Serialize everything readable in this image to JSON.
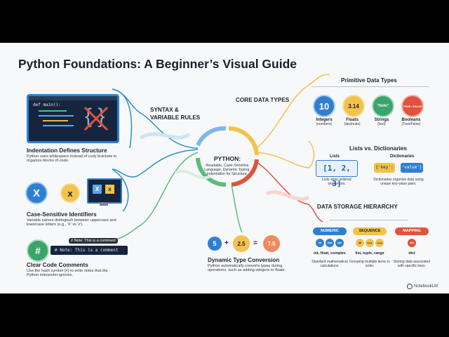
{
  "title": "Python Foundations: A Beginner’s Visual Guide",
  "code_snippet": "def main():",
  "indentation": {
    "heading": "Indentation Defines Structure",
    "body": "Python uses whitespace instead of curly brackets to organize blocks of code."
  },
  "syntax_label": "SYNTAX &\nVARIABLE RULES",
  "case_sensitive": {
    "heading": "Case-Sensitive Identifiers",
    "body": "Variable names distinguish between uppercase and lowercase letters (e.g., 'X' vs 'x').",
    "upper": "X",
    "lower": "x"
  },
  "comments": {
    "heading": "Clear Code Comments",
    "body": "Use the hash symbol (#) to write notes that the Python interpreter ignores.",
    "tooltip": "# Note: This is a comment",
    "code": "# Note: This is a comment",
    "hash": "#"
  },
  "center": {
    "title": "PYTHON:",
    "body": "Readable, Case-Sensitive Language, Dynamic Typing, Indentation for Structure."
  },
  "core_label": "CORE DATA TYPES",
  "dynamic": {
    "heading": "Dynamic Type Conversion",
    "body": "Python automatically converts types during operations, such as adding integers to floats.",
    "a": "5",
    "plus": "+",
    "b": "2.5",
    "eq": "=",
    "result": "7.5"
  },
  "primitive": {
    "heading": "Primitive Data Types",
    "items": [
      {
        "icon": "10",
        "name": "Integers",
        "desc": "(numbers)",
        "color": "#2f7fd1"
      },
      {
        "icon": "3.14",
        "name": "Floats",
        "desc": "(decimals)",
        "color": "#f2b632"
      },
      {
        "icon": "\"Hello\"",
        "name": "Strings",
        "desc": "(text)",
        "color": "#3aa56a"
      },
      {
        "icon": "TRUE / FALSE",
        "name": "Booleans",
        "desc": "(True/False)",
        "color": "#e0523d"
      }
    ]
  },
  "lists_dicts": {
    "heading": "Lists vs. Dictionaries",
    "lists_label": "Lists",
    "list_example": "[1, 2, 3]",
    "list_desc": "Lists store ordered sequences.",
    "dict_label": "Dictionaries",
    "dict_key": "{'key':",
    "dict_value": "'value'}",
    "dict_desc": "Dictionaries organize data using unique key-value pairs."
  },
  "storage": {
    "heading": "DATA STORAGE HIERARCHY",
    "columns": [
      {
        "label": "NUMERIC",
        "icons": [
          "int",
          "float",
          "cplx"
        ],
        "types": "int, float, complex",
        "desc": "Standard mathematical calculations.",
        "color": "#2f7fd1"
      },
      {
        "label": "SEQUENCE",
        "icons": [
          "list",
          "tuple",
          "range"
        ],
        "types": "list, tuple, range",
        "desc": "Grouping multiple items in order.",
        "color": "#f2b632"
      },
      {
        "label": "MAPPING",
        "icons": [
          "dict"
        ],
        "types": "dict",
        "desc": "Storing data associated with specific keys.",
        "color": "#e0523d"
      }
    ]
  },
  "watermark": "NotebookLM"
}
